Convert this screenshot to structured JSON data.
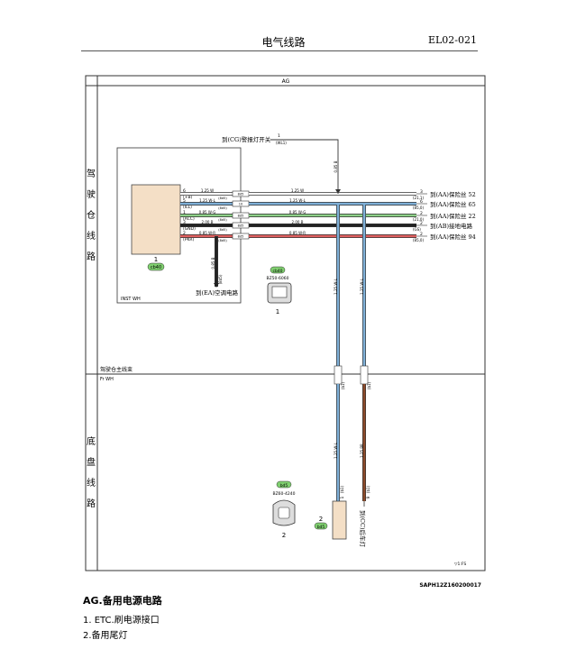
{
  "header": {
    "title": "电气线路",
    "code": "EL02-021"
  },
  "frame": {
    "title": "AG",
    "zone_top": "驾驶仓线路",
    "zone_bottom": "底盘线路"
  },
  "left_component": {
    "id": "1",
    "code": "cb40",
    "pins": [
      {
        "num": "6",
        "name": "(+B)"
      },
      {
        "num": "5",
        "name": "(ILL)"
      },
      {
        "num": "1",
        "name": "(ACC)"
      },
      {
        "num": "3",
        "name": "(GND)"
      },
      {
        "num": "2",
        "name": "(PKR)"
      }
    ]
  },
  "connectors": [
    "(8d5)",
    "(8d5)",
    "(8d5)",
    "(8d5)",
    "(8d5)"
  ],
  "connector_left_labels": [
    "8d5",
    "10",
    "8d5",
    "8d5",
    "8d5"
  ],
  "wires": [
    {
      "spec": "1.25 W",
      "color": "#ffffff",
      "dest_pin": "3",
      "dest_conn": "(21,1)",
      "dest": "到(AA)保险丝 52"
    },
    {
      "spec": "1.25 W-L",
      "color": "#7fb0d8",
      "dest_pin": "6",
      "dest_conn": "(85,0)",
      "dest": "到(AA)保险丝 65"
    },
    {
      "spec": "0.85 W-G",
      "color": "#8dd088",
      "dest_pin": "2",
      "dest_conn": "(21,0)",
      "dest": "到(AA)保险丝 22"
    },
    {
      "spec": "2.00 B",
      "color": "#222222",
      "dest_pin": "2",
      "dest_conn": "(GS)",
      "dest": "到(AB)接地电路"
    },
    {
      "spec": "0.85 W-R",
      "color": "#e06060",
      "dest_pin": "2",
      "dest_conn": "(85,0)",
      "dest": "到(AA)保险丝 94"
    }
  ],
  "left_wire_specs": [
    "1.25 W",
    "1.25 W-L",
    "0.85 W-G",
    "2.00 B",
    "0.85 W-R"
  ],
  "warning_switch": {
    "label": "到(CG)警报灯开关",
    "pin": "1",
    "conn": "(WL1)",
    "spec": "0.85 B"
  },
  "ac_circuit": {
    "label": "到(EA)空调电路",
    "spec": "0.85 B",
    "conn": "(8d5)"
  },
  "connector_view": {
    "code": "cb40",
    "part": "BZ50-6060",
    "id": "1"
  },
  "inst_label": "INST WH",
  "harness": {
    "name": "驾驶仓主线束",
    "code": "Fr WH"
  },
  "vertical_wires": [
    {
      "spec": "1.25 W-L",
      "color": "#7fb0d8"
    },
    {
      "spec": "1.25 W-L",
      "color": "#7fb0d8"
    }
  ],
  "lower_wires": [
    {
      "spec": "1.25 W-L",
      "color": "#7fb0d8",
      "pin": "1",
      "conn": "(b1)"
    },
    {
      "spec": "1.25 BR",
      "color": "#8b4a2a",
      "pin": "9",
      "conn": "(b1)"
    }
  ],
  "mid_connector_labels": [
    "(b1)",
    "(b1)"
  ],
  "rear_lamp_dest": "到(CC)后车灯",
  "bottom_connector": {
    "code": "bd5",
    "part": "BZ60-4240",
    "id": "2"
  },
  "component2": {
    "id": "2",
    "code": "bd5"
  },
  "fs_mark": "▽1:FS",
  "sapcode": "SAPH12Z160200017",
  "section": {
    "title": "AG.备用电源电路",
    "items": [
      "1. ETC.刷电源接口",
      "2.备用尾灯"
    ]
  }
}
